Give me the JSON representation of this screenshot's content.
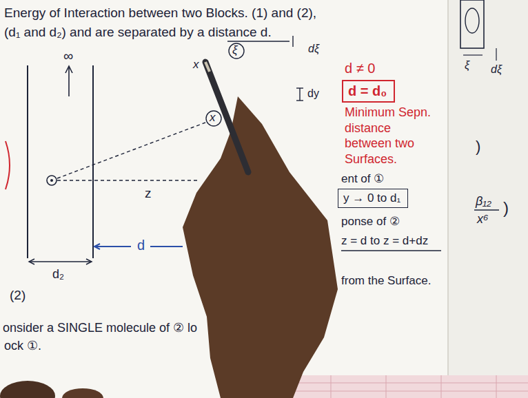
{
  "diagram": {
    "title": "Energy of Interaction between two Blocks. (1) and (2),",
    "nodes": [
      {
        "text": [
          "d = d₀"
        ]
      },
      {
        "text": [
          "y → 0 to d₁"
        ]
      }
    ],
    "labels": [
      "(d₁ and d₂) and are separated by a distance d.",
      "∞",
      "x",
      "x",
      "z",
      "d",
      "d₂",
      "(2)",
      "ξ",
      "dξ",
      "dy",
      "d ≠ 0",
      "Minimum Sepn. distance between two Surfaces.",
      "ent of ①",
      "ponse of ②",
      "z = d to z = d+dz",
      "from the Surface.",
      "onsider a SINGLE molecule of ② lo",
      "ock ①.",
      "ξ",
      "dξ",
      ")",
      "β₁₂",
      "x⁶",
      ")"
    ]
  }
}
